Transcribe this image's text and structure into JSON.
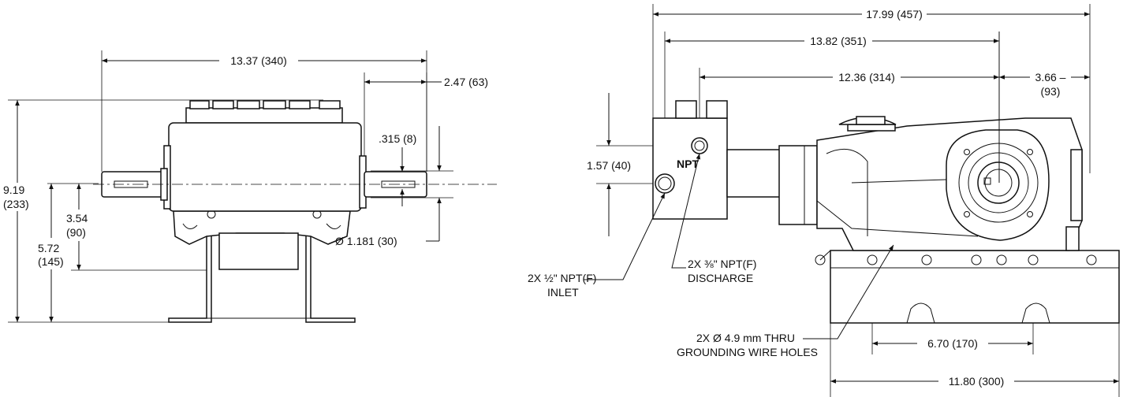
{
  "front_view": {
    "dims": {
      "overall_width": "13.37 (340)",
      "shaft_length": "2.47 (63)",
      "key_width": ".315 (8)",
      "shaft_dia": "Ø 1.181 (30)",
      "height_total_in": "9.19",
      "height_total_mm": "(233)",
      "shaft_to_mount_in": "3.54",
      "shaft_to_mount_mm": "(90)",
      "shaft_to_base_in": "5.72",
      "shaft_to_base_mm": "(145)"
    }
  },
  "side_view": {
    "dims": {
      "overall_length": "17.99 (457)",
      "inlet_to_shaft": "13.82 (351)",
      "discharge_to_shaft": "12.36 (314)",
      "shaft_to_end_in": "3.66 –",
      "shaft_to_end_mm": "(93)",
      "port_spacing": "1.57 (40)",
      "base_hole_spacing": "6.70 (170)",
      "base_length": "11.80 (300)"
    },
    "labels": {
      "inlet_line1": "2X ½\" NPT(F)",
      "inlet_line2": "INLET",
      "discharge_line1": "2X ⅜\" NPT(F)",
      "discharge_line2": "DISCHARGE",
      "ground_line1": "2X Ø 4.9 mm THRU",
      "ground_line2": "GROUNDING WIRE HOLES",
      "npt_mark": "NPT"
    }
  }
}
